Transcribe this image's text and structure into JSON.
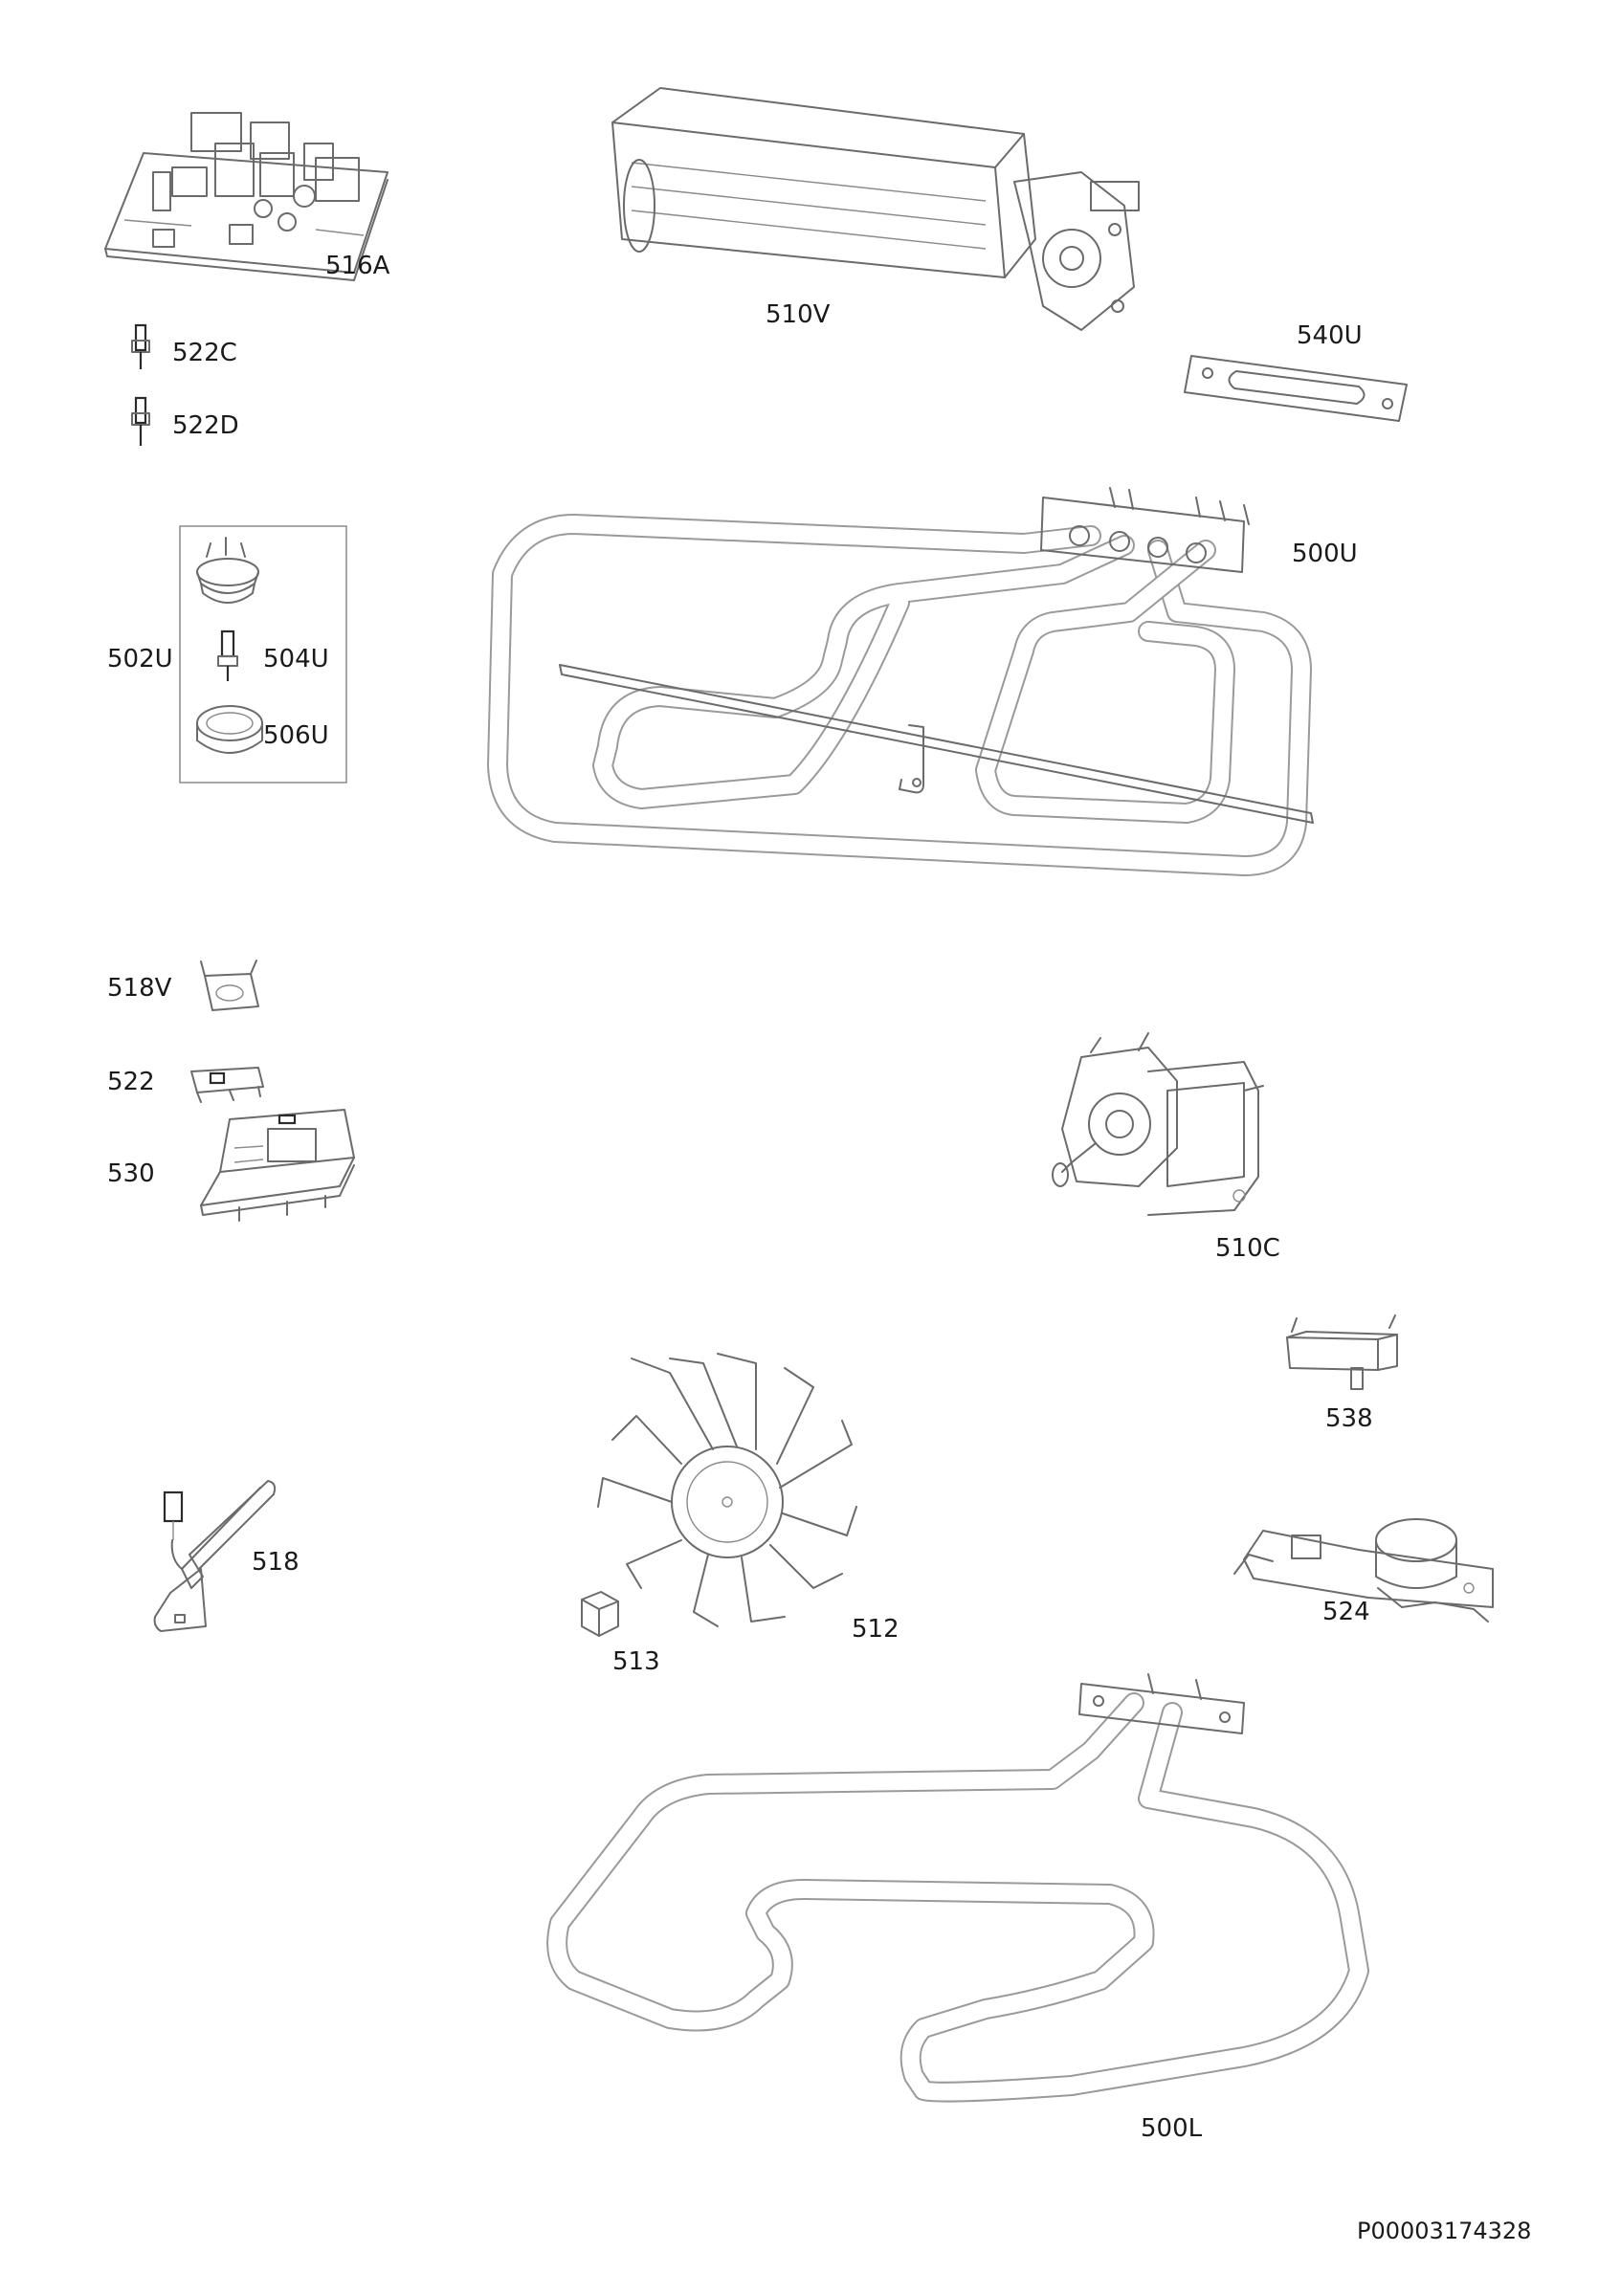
{
  "labels": {
    "p516A": "516A",
    "p522C": "522C",
    "p522D": "522D",
    "p502U": "502U",
    "p504U": "504U",
    "p506U": "506U",
    "p510V": "510V",
    "p540U": "540U",
    "p500U": "500U",
    "p518V": "518V",
    "p522": "522",
    "p530": "530",
    "p510C": "510C",
    "p538": "538",
    "p518": "518",
    "p512": "512",
    "p513": "513",
    "p524": "524",
    "p500L": "500L"
  },
  "document_id": "P00003174328"
}
